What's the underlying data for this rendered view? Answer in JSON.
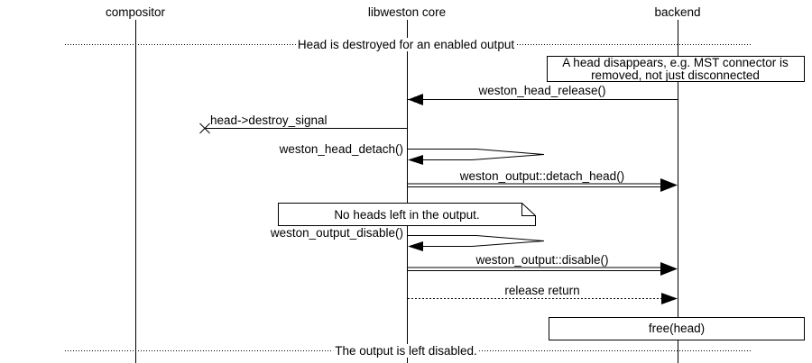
{
  "actors": {
    "compositor": "compositor",
    "libweston": "libweston core",
    "backend": "backend"
  },
  "dividers": {
    "top": "Head is destroyed for an enabled output",
    "bottom": "The output is left disabled."
  },
  "notes": {
    "head_disappears": "A head disappears, e.g. MST connector is removed, not just disconnected",
    "no_heads": "No heads left in the output.",
    "free_head": "free(head)"
  },
  "messages": {
    "head_release": "weston_head_release()",
    "destroy_signal": "head->destroy_signal",
    "head_detach": "weston_head_detach()",
    "detach_head": "weston_output::detach_head()",
    "output_disable": "weston_output_disable()",
    "disable": "weston_output::disable()",
    "release_return": "release return"
  },
  "colors": {
    "stroke": "#000000",
    "background": "#ffffff"
  }
}
